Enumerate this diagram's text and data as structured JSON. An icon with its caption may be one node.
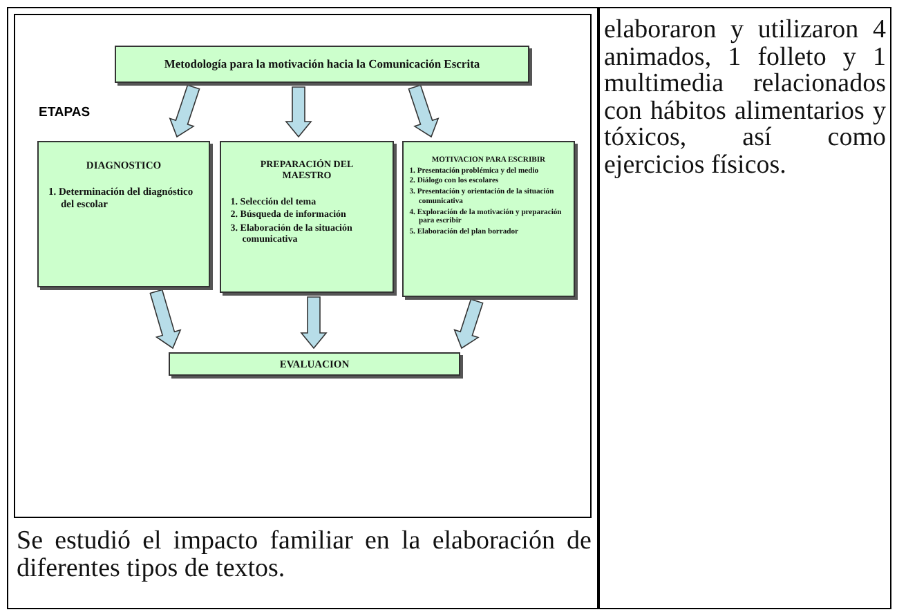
{
  "diagram": {
    "nodes": [
      {
        "text": [
          "Metodología para la motivación hacia la Comunicación Escrita"
        ]
      },
      {
        "text": [
          "DIAGNOSTICO",
          "1. Determinación del diagnóstico del escolar"
        ]
      },
      {
        "text": [
          "PREPARACIÓN DEL MAESTRO",
          "1. Selección del tema",
          "2. Búsqueda de información",
          "3. Elaboración de la situación comunicativa"
        ]
      },
      {
        "text": [
          "MOTIVACION PARA ESCRIBIR",
          "1. Presentación problémica y del medio",
          "2. Diálogo con los escolares",
          "3. Presentación y orientación de la situación comunicativa",
          "4. Exploración de la motivación y preparación para escribir",
          "5. Elaboración del plan borrador"
        ]
      },
      {
        "text": [
          "EVALUACION"
        ]
      }
    ],
    "edges": [
      {
        "from": 0,
        "to": 1,
        "arrow": "to"
      },
      {
        "from": 0,
        "to": 2,
        "arrow": "to"
      },
      {
        "from": 0,
        "to": 3,
        "arrow": "to"
      },
      {
        "from": 1,
        "to": 4,
        "arrow": "to"
      },
      {
        "from": 2,
        "to": 4,
        "arrow": "to"
      },
      {
        "from": 3,
        "to": 4,
        "arrow": "to"
      }
    ],
    "labels": [
      "ETAPAS",
      "elaboraron y utilizaron 4 animados, 1 folleto y 1 multimedia relacionados con hábitos alimentarios y tóxicos, así como ejercicios físicos.",
      "Se estudió el impacto familiar en la elaboración de diferentes tipos de textos."
    ]
  }
}
